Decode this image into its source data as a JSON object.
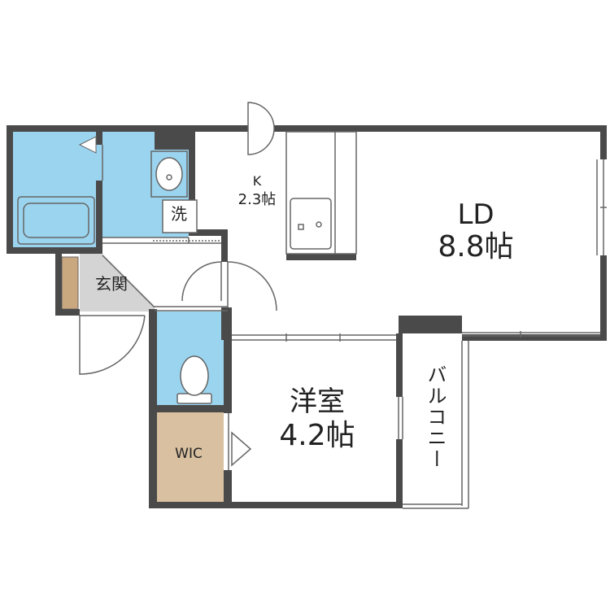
{
  "rooms": {
    "ld": {
      "name": "LD",
      "size": "8.8帖"
    },
    "kitchen": {
      "name": "K",
      "size": "2.3帖"
    },
    "western_room": {
      "name": "洋室",
      "size": "4.2帖"
    },
    "washer_space": {
      "label": "洗"
    },
    "entrance": {
      "label": "玄関"
    },
    "wic": {
      "label": "WIC"
    },
    "balcony": {
      "label": "バルコニー"
    }
  },
  "colors": {
    "wall": "#4a4a4a",
    "wet_area": "#9bd4ef",
    "entrance_floor": "#d4d4d4",
    "wic_floor": "#d8c0a0",
    "shoe_cabinet": "#c9a77f",
    "fixture_line": "#666666",
    "background": "#ffffff"
  }
}
